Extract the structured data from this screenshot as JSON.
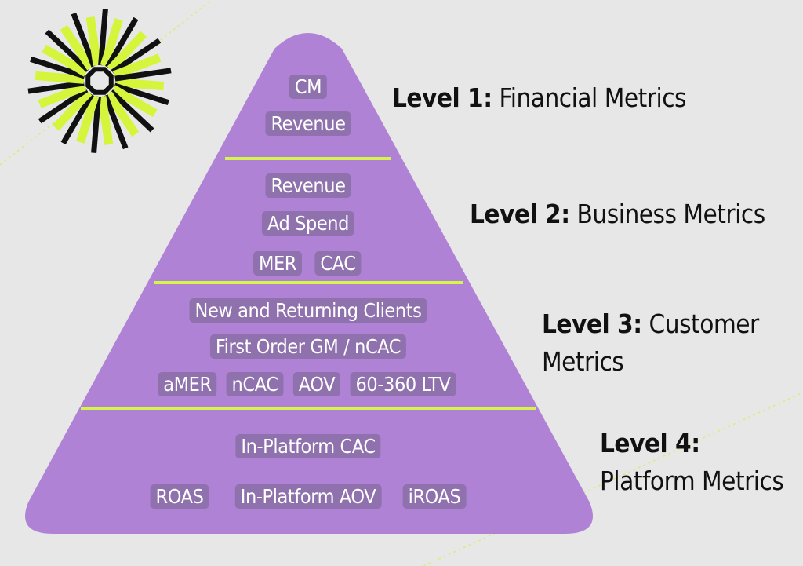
{
  "colors": {
    "background": "#e8e7e8",
    "pyramid": "#b082d6",
    "chip": "#8f72ad",
    "divider": "#d6f54a",
    "logo_lime": "#d4f53c",
    "logo_dark": "#111111",
    "text": "#111111"
  },
  "logo": {
    "icon": "starburst-logo-icon"
  },
  "pyramid": {
    "tiers": [
      {
        "chips": [
          [
            "CM"
          ],
          [
            "Revenue"
          ]
        ]
      },
      {
        "chips": [
          [
            "Revenue"
          ],
          [
            "Ad Spend"
          ],
          [
            "MER",
            "CAC"
          ]
        ]
      },
      {
        "chips": [
          [
            "New and Returning Clients"
          ],
          [
            "First Order GM / nCAC"
          ],
          [
            "aMER",
            "nCAC",
            "AOV",
            "60-360 LTV"
          ]
        ]
      },
      {
        "chips": [
          [
            "In-Platform CAC"
          ],
          [
            "ROAS",
            "In-Platform AOV",
            "iROAS"
          ]
        ]
      }
    ]
  },
  "levels": [
    {
      "num": "Level 1:",
      "name": "Financial Metrics"
    },
    {
      "num": "Level 2:",
      "name": "Business Metrics"
    },
    {
      "num": "Level 3:",
      "name": "Customer Metrics"
    },
    {
      "num": "Level 4:",
      "name": "Platform Metrics"
    }
  ]
}
